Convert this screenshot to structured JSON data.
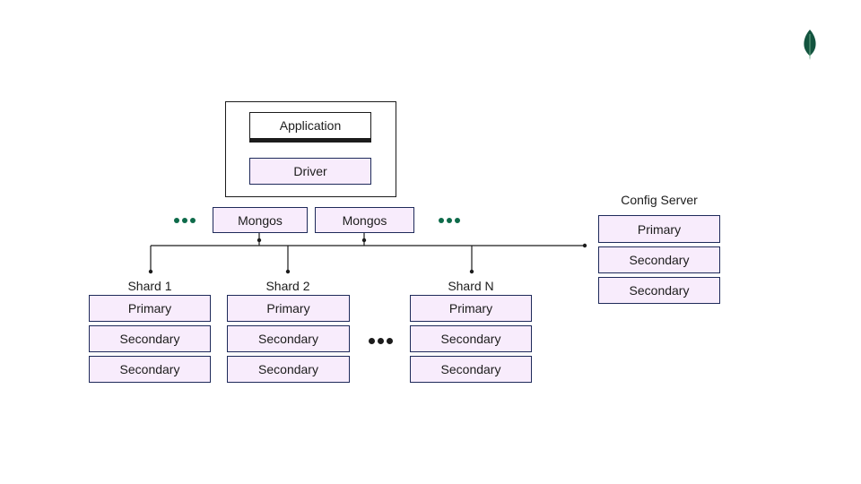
{
  "application": {
    "label": "Application"
  },
  "driver": {
    "label": "Driver"
  },
  "mongos": [
    {
      "label": "Mongos"
    },
    {
      "label": "Mongos"
    }
  ],
  "config_server": {
    "title": "Config Server",
    "members": [
      {
        "label": "Primary"
      },
      {
        "label": "Secondary"
      },
      {
        "label": "Secondary"
      }
    ]
  },
  "shards": [
    {
      "title": "Shard 1",
      "members": [
        {
          "label": "Primary"
        },
        {
          "label": "Secondary"
        },
        {
          "label": "Secondary"
        }
      ]
    },
    {
      "title": "Shard 2",
      "members": [
        {
          "label": "Primary"
        },
        {
          "label": "Secondary"
        },
        {
          "label": "Secondary"
        }
      ]
    },
    {
      "title": "Shard N",
      "members": [
        {
          "label": "Primary"
        },
        {
          "label": "Secondary"
        },
        {
          "label": "Secondary"
        }
      ]
    }
  ],
  "colors": {
    "box_fill": "#f8ecfc",
    "box_border": "#1e2a5a",
    "ellipsis_green": "#0e6b4a",
    "ellipsis_black": "#1c1c1c",
    "logo_green": "#13543f"
  },
  "icons": {
    "logo": "mongodb-leaf-icon",
    "ellipsis": "ellipsis-icon"
  }
}
